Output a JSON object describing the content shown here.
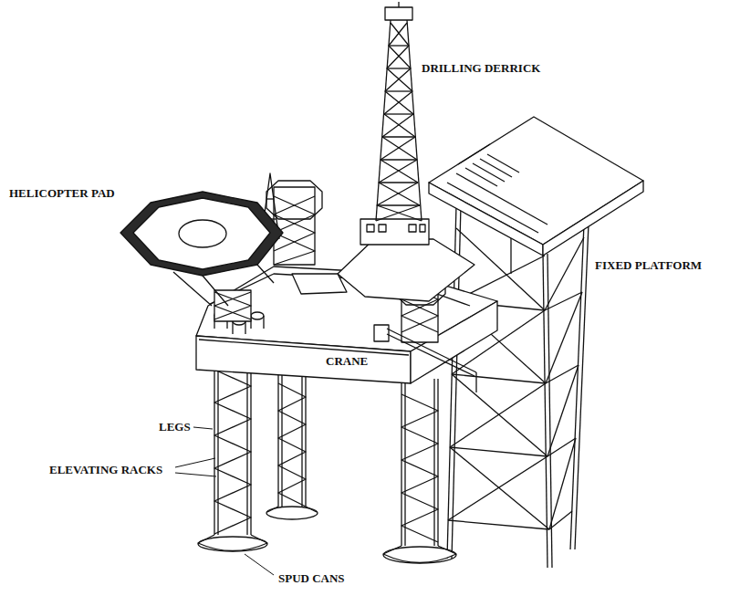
{
  "diagram": {
    "labels": [
      "HELICOPTER PAD",
      "DRILLING DERRICK",
      "FIXED PLATFORM",
      "CRANE",
      "LEGS",
      "ELEVATING RACKS",
      "SPUD CANS"
    ]
  }
}
